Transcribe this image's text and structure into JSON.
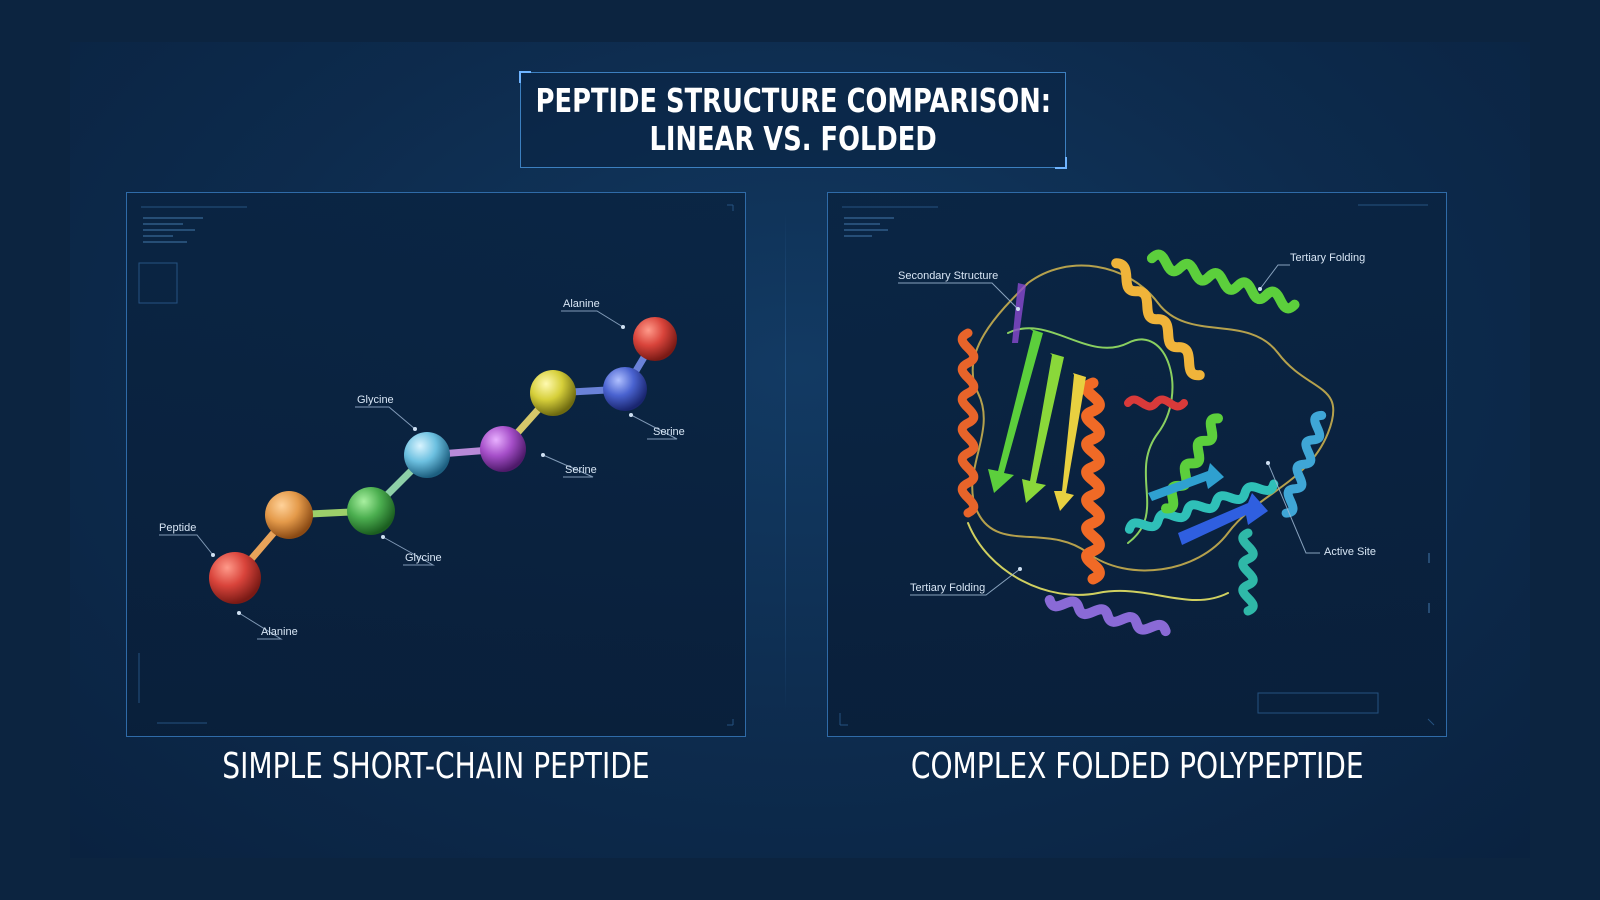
{
  "title": {
    "line1": "PEPTIDE STRUCTURE COMPARISON:",
    "line2": "LINEAR VS. FOLDED"
  },
  "left_panel": {
    "caption": "SIMPLE SHORT-CHAIN PEPTIDE",
    "labels": {
      "peptide": "Peptide",
      "alanine_bottom": "Alanine",
      "glycine_bottom": "Glycine",
      "glycine_top": "Glycine",
      "serine_mid": "Serine",
      "serine_right": "Serine",
      "alanine_top": "Alanine"
    },
    "bead_colors": [
      "#d9443b",
      "#e49a4a",
      "#4caf50",
      "#6cc0e0",
      "#a64fc9",
      "#d6cf3a",
      "#4a63d0",
      "#e0463d"
    ]
  },
  "right_panel": {
    "caption": "COMPLEX FOLDED POLYPEPTIDE",
    "labels": {
      "secondary_structure": "Secondary Structure",
      "tertiary_folding_top": "Tertiary Folding",
      "tertiary_folding_bottom": "Tertiary Folding",
      "active_site": "Active Site"
    },
    "ribbon_colors": [
      "#e8642a",
      "#f0b43a",
      "#5ccf3c",
      "#3fa6d6",
      "#2f5fe0",
      "#8a6ad6",
      "#c93fa8",
      "#2fc0b8"
    ]
  },
  "colors": {
    "background": "#0c2440",
    "panel_border": "#2f6ba8",
    "text": "#ffffff"
  }
}
